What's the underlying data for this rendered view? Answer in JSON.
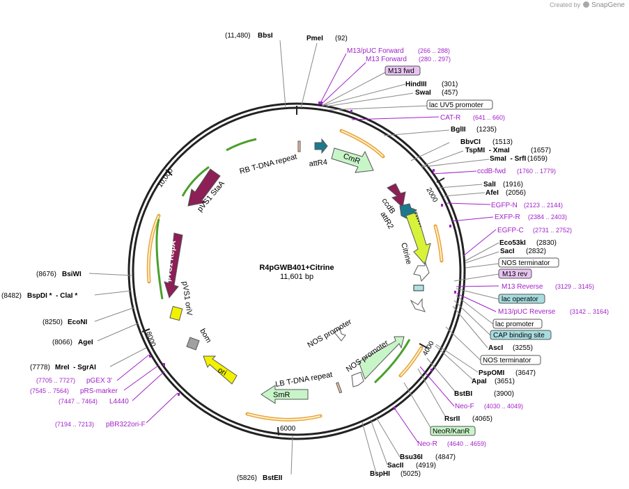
{
  "credit": {
    "prefix": "Created by",
    "brand": "SnapGene"
  },
  "plasmid": {
    "name": "R4pGWB401+Citrine",
    "size": "11,601 bp",
    "length": 11601
  },
  "ticks": [
    "2000",
    "4000",
    "6000",
    "8000",
    "10,000"
  ],
  "colors": {
    "site": "#000000",
    "primer": "#a020c8",
    "backbone": "#222222"
  },
  "features": [
    {
      "name": "attR4",
      "shape": "arrow",
      "color": "#1d7a8c",
      "ring": 0,
      "start": 300,
      "end": 420
    },
    {
      "name": "CmR",
      "shape": "arrow",
      "color": "#c8f5c8",
      "ring": 0,
      "start": 560,
      "end": 1220
    },
    {
      "name": "ccdB",
      "shape": "arrow",
      "color": "#8c1f55",
      "ring": 0,
      "start": 1560,
      "end": 1870
    },
    {
      "name": "attR2",
      "shape": "arrow",
      "color": "#1d7a8c",
      "ring": 0,
      "start": 2140,
      "end": 2260
    },
    {
      "name": "Citrine",
      "shape": "arrow",
      "color": "#d8f23a",
      "ring": 0,
      "start": 2290,
      "end": 3000
    },
    {
      "name": "NOS promoter",
      "shape": "arrow",
      "color": "#c8f5c8",
      "ring": 0,
      "start": 3880,
      "end": 4560
    },
    {
      "name": "SmR",
      "shape": "arrow",
      "color": "#c8f5c8",
      "ring": 0,
      "start": 5300,
      "end": 5780
    },
    {
      "name": "ori",
      "shape": "arrow",
      "color": "#f2f200",
      "ring": 0,
      "start": 6700,
      "end": 7260
    },
    {
      "name": "pVS1 RepA",
      "shape": "arrow",
      "color": "#8c1f55",
      "ring": 0,
      "start": 8480,
      "end": 9600
    },
    {
      "name": "pVS1 StaA",
      "shape": "arrow",
      "color": "#8c1f55",
      "ring": 0,
      "start": 9900,
      "end": 10620
    }
  ],
  "markers": [
    {
      "name": "bom",
      "shape": "box",
      "color": "#a0a0a0",
      "pos": 7400
    },
    {
      "name": "pVS1 oriV",
      "shape": "box",
      "color": "#f2f200",
      "pos": 7960
    }
  ],
  "inner_labels": [
    {
      "text": "attR4"
    },
    {
      "text": "CmR"
    },
    {
      "text": "ccdB"
    },
    {
      "text": "attR2"
    },
    {
      "text": "Citrine"
    },
    {
      "text": "NOS promoter"
    },
    {
      "text": "NOS promoter"
    },
    {
      "text": "LB T-DNA repeat"
    },
    {
      "text": "SmR"
    },
    {
      "text": "ori"
    },
    {
      "text": "bom"
    },
    {
      "text": "pVS1 oriV"
    },
    {
      "text": "pVS1 RepA"
    },
    {
      "text": "pVS1 StaA"
    },
    {
      "text": "RB T-DNA repeat"
    }
  ],
  "right_sites": [
    {
      "name": "PmeI",
      "coord": "(92)",
      "kind": "site",
      "pos": 92
    },
    {
      "name": "M13/pUC Forward",
      "coord": "(266 .. 288)",
      "kind": "primer",
      "pos": 277
    },
    {
      "name": "M13 Forward",
      "coord": "(280 .. 297)",
      "kind": "primer",
      "pos": 288
    },
    {
      "name": "M13 fwd",
      "coord": "",
      "kind": "box-purple",
      "pos": 290
    },
    {
      "name": "HindIII",
      "coord": "(301)",
      "kind": "site",
      "pos": 301
    },
    {
      "name": "SwaI",
      "coord": "(457)",
      "kind": "site",
      "pos": 457
    },
    {
      "name": "lac UV5 promoter",
      "coord": "",
      "kind": "box-white",
      "pos": 520
    },
    {
      "name": "CAT-R",
      "coord": "(641 .. 660)",
      "kind": "primer",
      "pos": 650
    },
    {
      "name": "BglII",
      "coord": "(1235)",
      "kind": "site",
      "pos": 1235
    },
    {
      "name": "BbvCI",
      "coord": "(1513)",
      "kind": "site",
      "pos": 1513
    },
    {
      "name": "TspMI  - XmaI",
      "coord": "(1657)",
      "kind": "site",
      "pos": 1657
    },
    {
      "name": "SmaI  - SrfI",
      "coord": "(1659)",
      "kind": "site",
      "pos": 1659
    },
    {
      "name": "ccdB-fwd",
      "coord": "(1760 .. 1779)",
      "kind": "primer",
      "pos": 1770
    },
    {
      "name": "SalI",
      "coord": "(1916)",
      "kind": "site",
      "pos": 1916
    },
    {
      "name": "AfeI",
      "coord": "(2056)",
      "kind": "site",
      "pos": 2056
    },
    {
      "name": "EGFP-N",
      "coord": "(2123 .. 2144)",
      "kind": "primer",
      "pos": 2133
    },
    {
      "name": "EXFP-R",
      "coord": "(2384 .. 2403)",
      "kind": "primer",
      "pos": 2393
    },
    {
      "name": "EGFP-C",
      "coord": "(2731 .. 2752)",
      "kind": "primer",
      "pos": 2741
    },
    {
      "name": "Eco53kI",
      "coord": "(2830)",
      "kind": "site",
      "pos": 2830
    },
    {
      "name": "SacI",
      "coord": "(2832)",
      "kind": "site",
      "pos": 2832
    },
    {
      "name": "NOS terminator",
      "coord": "",
      "kind": "box-white",
      "pos": 2950
    },
    {
      "name": "M13 rev",
      "coord": "",
      "kind": "box-purple",
      "pos": 3120
    },
    {
      "name": "M13 Reverse",
      "coord": "(3129 .. 3145)",
      "kind": "primer",
      "pos": 3137
    },
    {
      "name": "lac operator",
      "coord": "",
      "kind": "box-teal",
      "pos": 3160
    },
    {
      "name": "M13/pUC Reverse",
      "coord": "(3142 .. 3164)",
      "kind": "primer",
      "pos": 3153
    },
    {
      "name": "lac promoter",
      "coord": "",
      "kind": "box-white",
      "pos": 3185
    },
    {
      "name": "CAP binding site",
      "coord": "",
      "kind": "box-teal",
      "pos": 3220
    },
    {
      "name": "AscI",
      "coord": "(3255)",
      "kind": "site",
      "pos": 3255
    },
    {
      "name": "NOS terminator",
      "coord": "",
      "kind": "box-white",
      "pos": 3450
    },
    {
      "name": "PspOMI",
      "coord": "(3647)",
      "kind": "site",
      "pos": 3647
    },
    {
      "name": "ApaI",
      "coord": "(3651)",
      "kind": "site",
      "pos": 3651
    },
    {
      "name": "BstBI",
      "coord": "(3900)",
      "kind": "site",
      "pos": 3900
    },
    {
      "name": "Neo-F",
      "coord": "(4030 .. 4049)",
      "kind": "primer",
      "pos": 4040
    },
    {
      "name": "RsrII",
      "coord": "(4065)",
      "kind": "site",
      "pos": 4065
    },
    {
      "name": "NeoR/KanR",
      "coord": "",
      "kind": "box-green",
      "pos": 4300
    },
    {
      "name": "Neo-R",
      "coord": "(4640 .. 4659)",
      "kind": "primer",
      "pos": 4650
    },
    {
      "name": "Bsu36I",
      "coord": "(4847)",
      "kind": "site",
      "pos": 4847
    },
    {
      "name": "SacII",
      "coord": "(4919)",
      "kind": "site",
      "pos": 4919
    },
    {
      "name": "BspHI",
      "coord": "(5025)",
      "kind": "site",
      "pos": 5025
    }
  ],
  "left_sites": [
    {
      "name": "BbsI",
      "coord": "(11,480)",
      "kind": "site",
      "pos": 11480
    },
    {
      "name": "BsiWI",
      "coord": "(8676)",
      "kind": "site",
      "pos": 8676
    },
    {
      "name": "BspDI *  - ClaI *",
      "coord": "(8482)",
      "kind": "site",
      "pos": 8482
    },
    {
      "name": "EcoNI",
      "coord": "(8250)",
      "kind": "site",
      "pos": 8250
    },
    {
      "name": "AgeI",
      "coord": "(8066)",
      "kind": "site",
      "pos": 8066
    },
    {
      "name": "MreI  - SgrAI",
      "coord": "(7778)",
      "kind": "site",
      "pos": 7778
    },
    {
      "name": "pGEX 3'",
      "coord": "(7705 .. 7727)",
      "kind": "primer",
      "pos": 7716
    },
    {
      "name": "pRS-marker",
      "coord": "(7545 .. 7564)",
      "kind": "primer",
      "pos": 7554
    },
    {
      "name": "L4440",
      "coord": "(7447 .. 7464)",
      "kind": "primer",
      "pos": 7455
    },
    {
      "name": "pBR322ori-F",
      "coord": "(7194 .. 7213)",
      "kind": "primer",
      "pos": 7203
    },
    {
      "name": "BstEII",
      "coord": "(5826)",
      "kind": "site",
      "pos": 5826
    }
  ]
}
